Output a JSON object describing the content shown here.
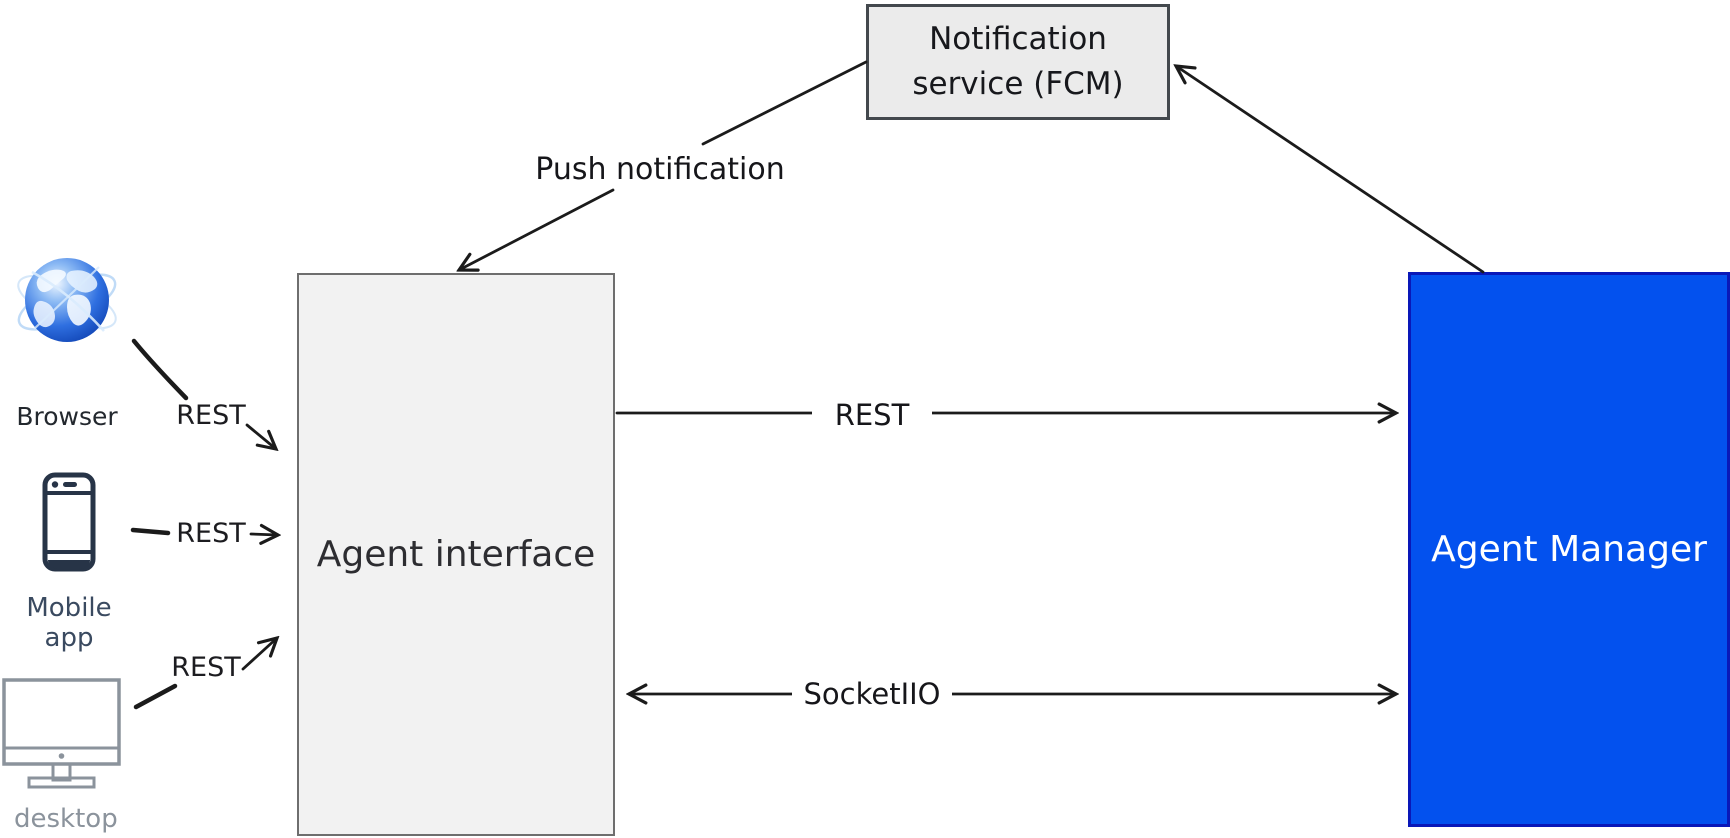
{
  "diagram": {
    "nodes": {
      "notification_service": {
        "label": "Notification\nservice (FCM)",
        "fill": "#ebebeb",
        "border_color": "#43484d",
        "text_color": "#17181c"
      },
      "agent_interface": {
        "label": "Agent interface",
        "fill": "#f2f2f2",
        "border_color": "#6e6e6e",
        "text_color": "#2d2d31"
      },
      "agent_manager": {
        "label": "Agent Manager",
        "fill": "#0351ee",
        "border_color": "#0a18b8",
        "text_color": "#ffffff"
      }
    },
    "clients": [
      {
        "label": "Browser",
        "icon": "globe-browser-icon",
        "label_color": "#23282e"
      },
      {
        "label": "Mobile app",
        "icon": "smartphone-icon",
        "label_color": "#3a4a60"
      },
      {
        "label": "desktop",
        "icon": "desktop-monitor-icon",
        "label_color": "#8b939c"
      }
    ],
    "edges": {
      "push": {
        "label": "Push notification",
        "from": "notification_service",
        "to": "agent_interface"
      },
      "rest_browser": {
        "label": "REST",
        "from": "browser",
        "to": "agent_interface"
      },
      "rest_mobile": {
        "label": "REST",
        "from": "mobile_app",
        "to": "agent_interface"
      },
      "rest_desktop": {
        "label": "REST",
        "from": "desktop",
        "to": "agent_interface"
      },
      "rest_main": {
        "label": "REST",
        "from": "agent_interface",
        "to": "agent_manager"
      },
      "socket": {
        "label": "SocketIIO",
        "from": "agent_manager",
        "to": "agent_interface"
      },
      "manager_to_fcm": {
        "label": "",
        "from": "agent_manager",
        "to": "notification_service"
      }
    },
    "colors": {
      "arrow": "#1b1b1b",
      "background": "#ffffff"
    }
  }
}
